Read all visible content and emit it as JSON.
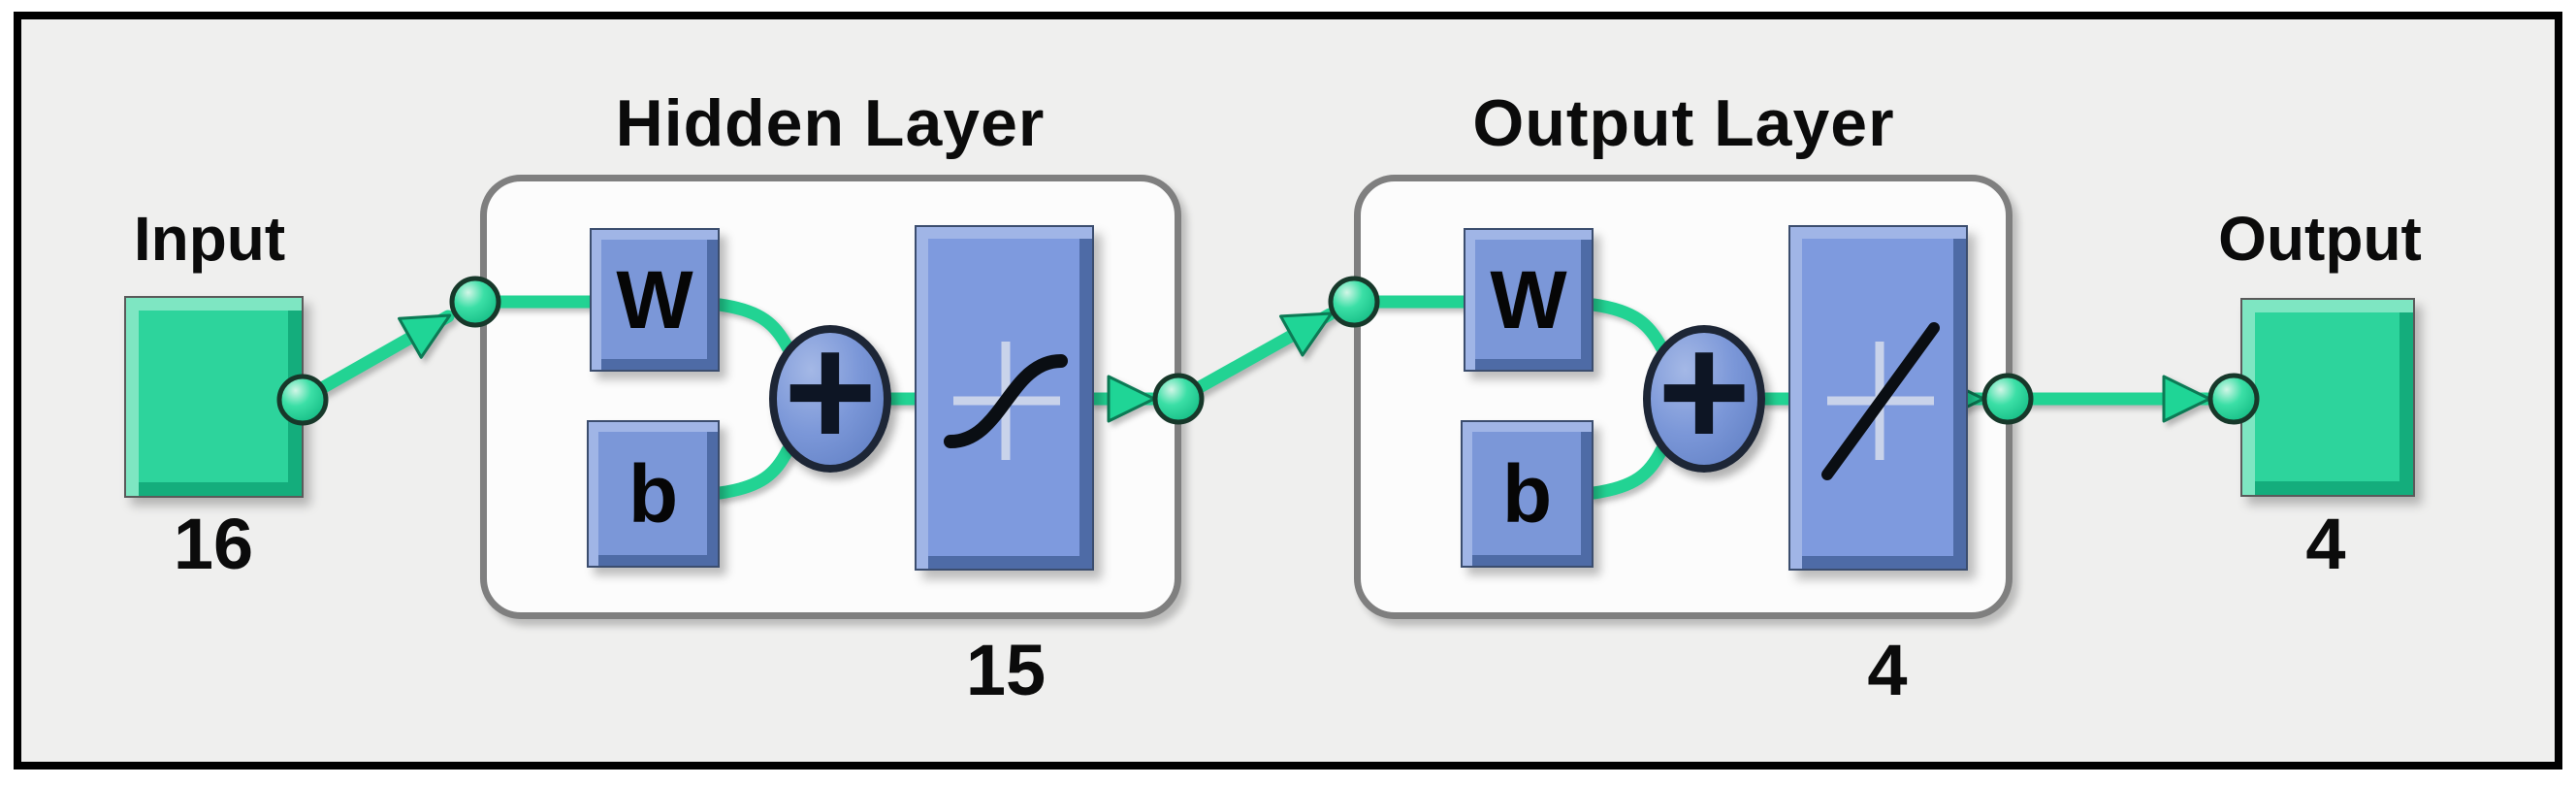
{
  "diagram": {
    "kind": "neural-network-architecture",
    "input": {
      "label": "Input",
      "size": "16"
    },
    "hidden_layer": {
      "title": "Hidden Layer",
      "weight_label": "W",
      "bias_label": "b",
      "sum_label": "+",
      "activation_icon": "sigmoid-curve-icon",
      "size": "15"
    },
    "output_layer": {
      "title": "Output Layer",
      "weight_label": "W",
      "bias_label": "b",
      "sum_label": "+",
      "activation_icon": "linear-line-icon",
      "size": "4"
    },
    "output": {
      "label": "Output",
      "size": "4"
    }
  },
  "colors": {
    "canvas_background": "#efefee",
    "frame_border": "#000000",
    "signal_green": "#22d393",
    "io_block_green": "#2dd49c",
    "block_blue": "#7b97d8",
    "block_blue_light": "#a0b5e6",
    "block_blue_dark": "#4e6ba6",
    "layer_box_border": "#7f7f7f",
    "text": "#0b0b0b"
  }
}
